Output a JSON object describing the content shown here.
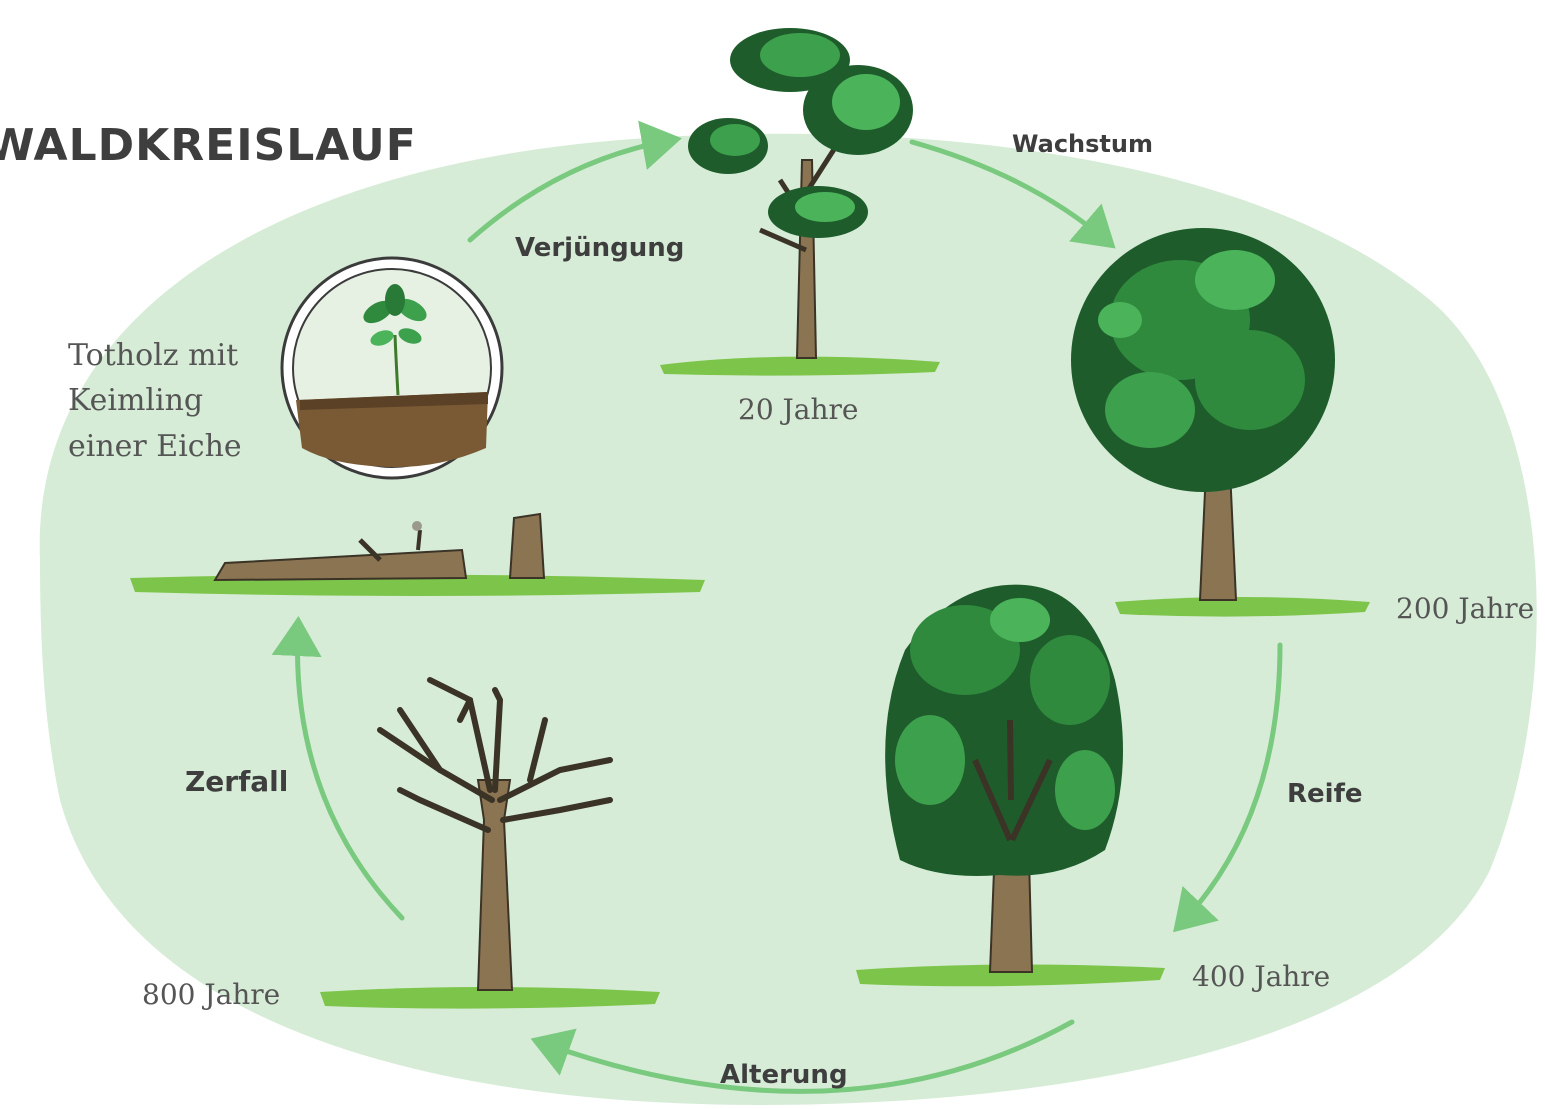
{
  "title": "WALDKREISLAUF",
  "colors": {
    "background_ellipse": "#d6ecd7",
    "arrow": "#79c97e",
    "foliage_dark": "#1e5d2b",
    "foliage_mid": "#2f8a3e",
    "foliage_light": "#4bb45b",
    "trunk": "#8a7452",
    "ground": "#7dc54a"
  },
  "phases": {
    "verjuengung": "Verjüngung",
    "wachstum": "Wachstum",
    "reife": "Reife",
    "alterung": "Alterung",
    "zerfall": "Zerfall"
  },
  "ages": {
    "a20": "20 Jahre",
    "a200": "200 Jahre",
    "a400": "400 Jahre",
    "a800": "800 Jahre"
  },
  "seedling_caption": [
    "Totholz mit",
    "Keimling",
    "einer Eiche"
  ],
  "icons": {
    "tree_20": "young-tree-icon",
    "tree_200": "round-tree-icon",
    "tree_400": "mature-tree-icon",
    "tree_800": "dead-tree-icon",
    "deadwood": "deadwood-log-icon",
    "seedling": "seedling-icon"
  }
}
